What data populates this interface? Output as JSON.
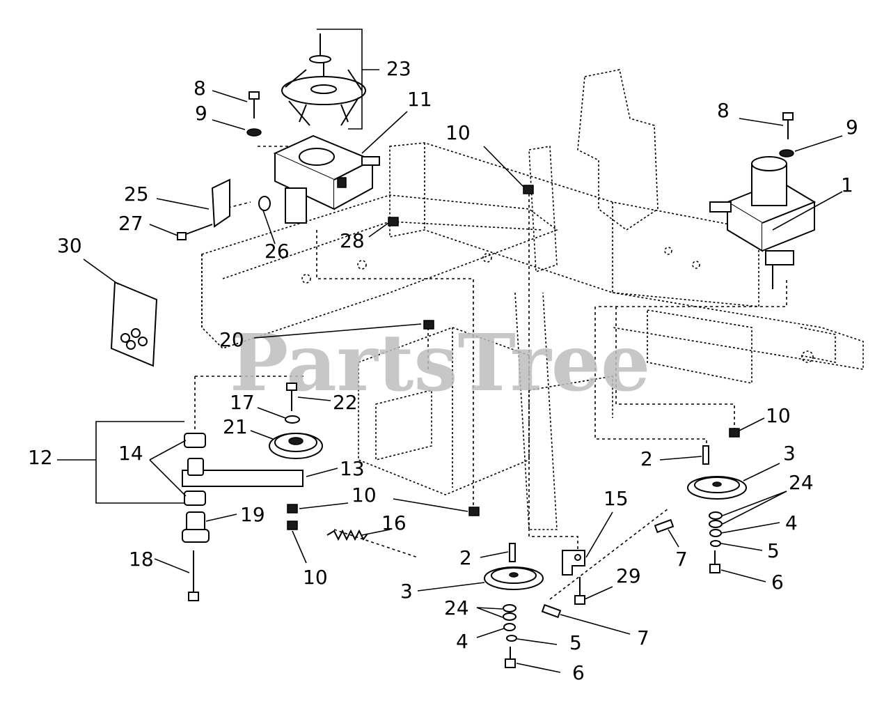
{
  "diagram": {
    "watermark": "PartsTree",
    "callouts": [
      {
        "id": "c23",
        "text": "23"
      },
      {
        "id": "c11",
        "text": "11"
      },
      {
        "id": "c8a",
        "text": "8"
      },
      {
        "id": "c9a",
        "text": "9"
      },
      {
        "id": "c10a",
        "text": "10"
      },
      {
        "id": "c8b",
        "text": "8"
      },
      {
        "id": "c9b",
        "text": "9"
      },
      {
        "id": "c1",
        "text": "1"
      },
      {
        "id": "c25",
        "text": "25"
      },
      {
        "id": "c27",
        "text": "27"
      },
      {
        "id": "c26",
        "text": "26"
      },
      {
        "id": "c28",
        "text": "28"
      },
      {
        "id": "c30",
        "text": "30"
      },
      {
        "id": "c20",
        "text": "20"
      },
      {
        "id": "c17",
        "text": "17"
      },
      {
        "id": "c22",
        "text": "22"
      },
      {
        "id": "c21",
        "text": "21"
      },
      {
        "id": "c12",
        "text": "12"
      },
      {
        "id": "c14",
        "text": "14"
      },
      {
        "id": "c13",
        "text": "13"
      },
      {
        "id": "c10b",
        "text": "10"
      },
      {
        "id": "c19",
        "text": "19"
      },
      {
        "id": "c18",
        "text": "18"
      },
      {
        "id": "c10c",
        "text": "10"
      },
      {
        "id": "c16",
        "text": "16"
      },
      {
        "id": "c10d",
        "text": "10"
      },
      {
        "id": "c2a",
        "text": "2"
      },
      {
        "id": "c3a",
        "text": "3"
      },
      {
        "id": "c24a",
        "text": "24"
      },
      {
        "id": "c4a",
        "text": "4"
      },
      {
        "id": "c5a",
        "text": "5"
      },
      {
        "id": "c7a",
        "text": "7"
      },
      {
        "id": "c6a",
        "text": "6"
      },
      {
        "id": "c15",
        "text": "15"
      },
      {
        "id": "c2b",
        "text": "2"
      },
      {
        "id": "c3b",
        "text": "3"
      },
      {
        "id": "c29",
        "text": "29"
      },
      {
        "id": "c24b",
        "text": "24"
      },
      {
        "id": "c7b",
        "text": "7"
      },
      {
        "id": "c4b",
        "text": "4"
      },
      {
        "id": "c5b",
        "text": "5"
      },
      {
        "id": "c6b",
        "text": "6"
      }
    ]
  }
}
